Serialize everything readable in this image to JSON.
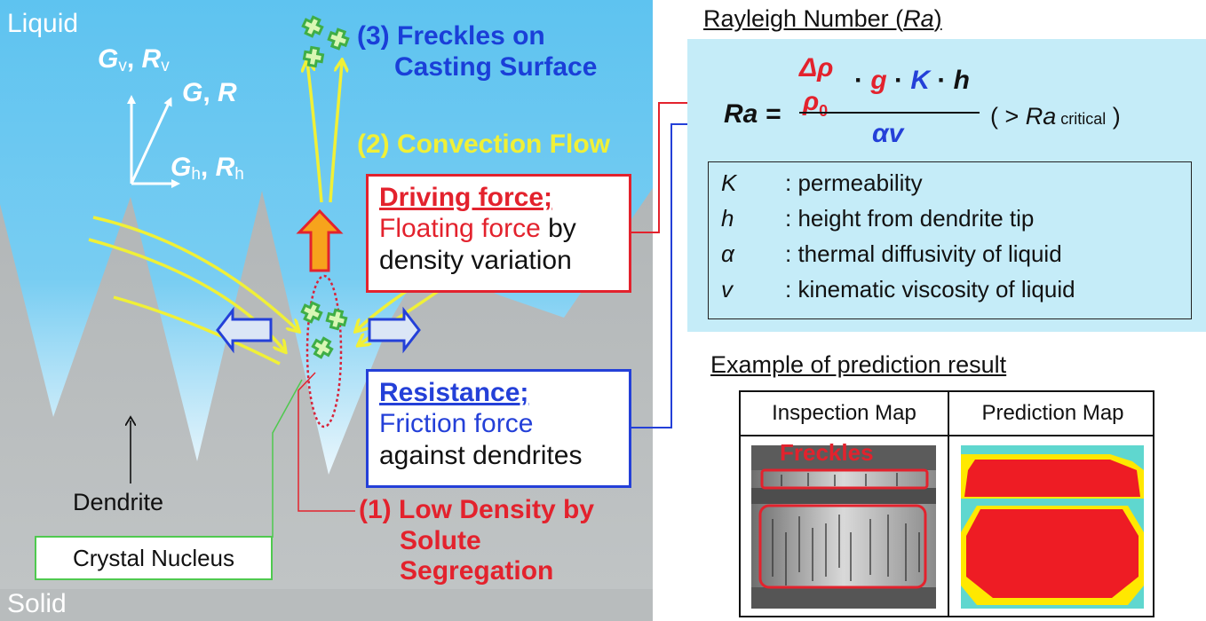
{
  "regions": {
    "liquid": "Liquid",
    "solid": "Solid"
  },
  "vectors": {
    "vertical": {
      "g": "G",
      "g_sub": "v",
      "sep": ", ",
      "r": "R",
      "r_sub": "v"
    },
    "resultant": {
      "g": "G",
      "sep": ", ",
      "r": "R"
    },
    "horizontal": {
      "g": "G",
      "g_sub": "h",
      "sep": ", ",
      "r": "R",
      "r_sub": "h"
    }
  },
  "steps": {
    "freckles": [
      "(3) Freckles on",
      "Casting Surface"
    ],
    "convection": "(2) Convection Flow",
    "low_density": [
      "(1) Low Density by",
      "Solute",
      "Segregation"
    ]
  },
  "driving": {
    "heading": "Driving force;",
    "line1_red": "Floating force",
    "line1_rest": " by",
    "line2": "density variation"
  },
  "resistance": {
    "heading": "Resistance;",
    "line1": "Friction force",
    "line2": "against dendrites"
  },
  "labels": {
    "dendrite": "Dendrite",
    "crystal_nucleus": "Crystal Nucleus"
  },
  "rayleigh": {
    "title_prefix": "Rayleigh Number (",
    "title_sym": "Ra",
    "title_suffix": ")",
    "eq_lhs": "Ra =",
    "delta_rho": "Δρ",
    "rho": "ρ",
    "rho_sub": "0",
    "dot1": " · ",
    "g": "g",
    "dot2": " · ",
    "k": "K",
    "dot3": " · ",
    "h": "h",
    "denominator": "αv",
    "crit_open": "( > ",
    "crit_sym": "Ra",
    "crit_sub": " critical",
    "crit_close": " )",
    "variables": [
      {
        "sym": "K",
        "desc": ": permeability"
      },
      {
        "sym": "h",
        "desc": ": height from dendrite tip"
      },
      {
        "sym": "α",
        "desc": ": thermal diffusivity of liquid"
      },
      {
        "sym": "v",
        "desc": ": kinematic viscosity of liquid"
      }
    ]
  },
  "prediction": {
    "title": "Example of prediction result",
    "inspection_header": "Inspection Map",
    "prediction_header": "Prediction Map",
    "freckles_label": "Freckles"
  },
  "colors": {
    "sky_top": "#5cc1ef",
    "sky_bottom": "#ffffff",
    "solid": "#bcc0c0",
    "red": "#e3222d",
    "blue": "#2440d8",
    "yellow": "#f0f037",
    "orange": "#f7a31c",
    "green": "#4fc94f",
    "panel": "#c5ecf8",
    "map_red": "#ee1c24",
    "map_yellow": "#ffe800",
    "map_cyan": "#5fd7cf"
  }
}
